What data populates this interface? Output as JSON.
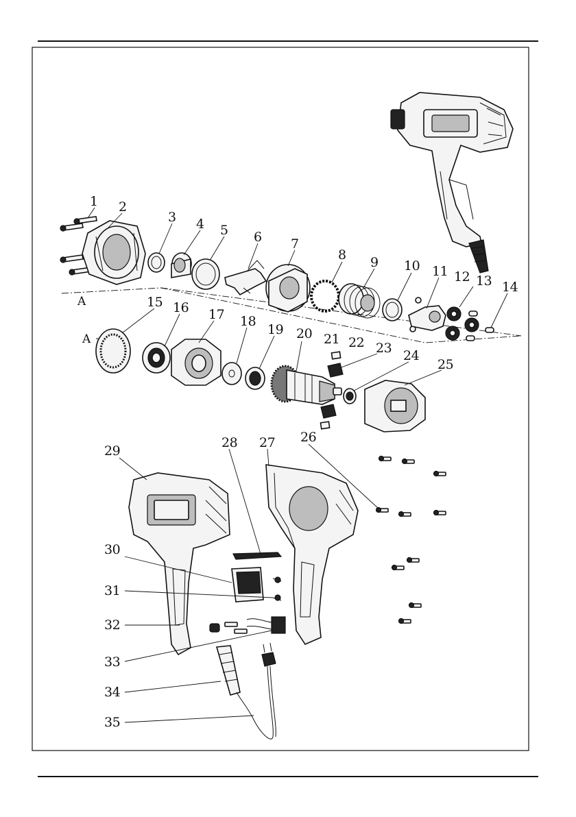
{
  "diagram": {
    "callouts": [
      "1",
      "2",
      "3",
      "4",
      "5",
      "6",
      "7",
      "8",
      "9",
      "10",
      "11",
      "12",
      "13",
      "14",
      "15",
      "16",
      "17",
      "18",
      "19",
      "20",
      "21",
      "22",
      "23",
      "24",
      "25",
      "26",
      "27",
      "28",
      "29",
      "30",
      "31",
      "32",
      "33",
      "34",
      "35"
    ],
    "section_markers": [
      "A",
      "A"
    ],
    "colors": {
      "ink": "#111111",
      "paper": "#ffffff",
      "shade": "#bdbdbd",
      "dark": "#222222"
    }
  }
}
